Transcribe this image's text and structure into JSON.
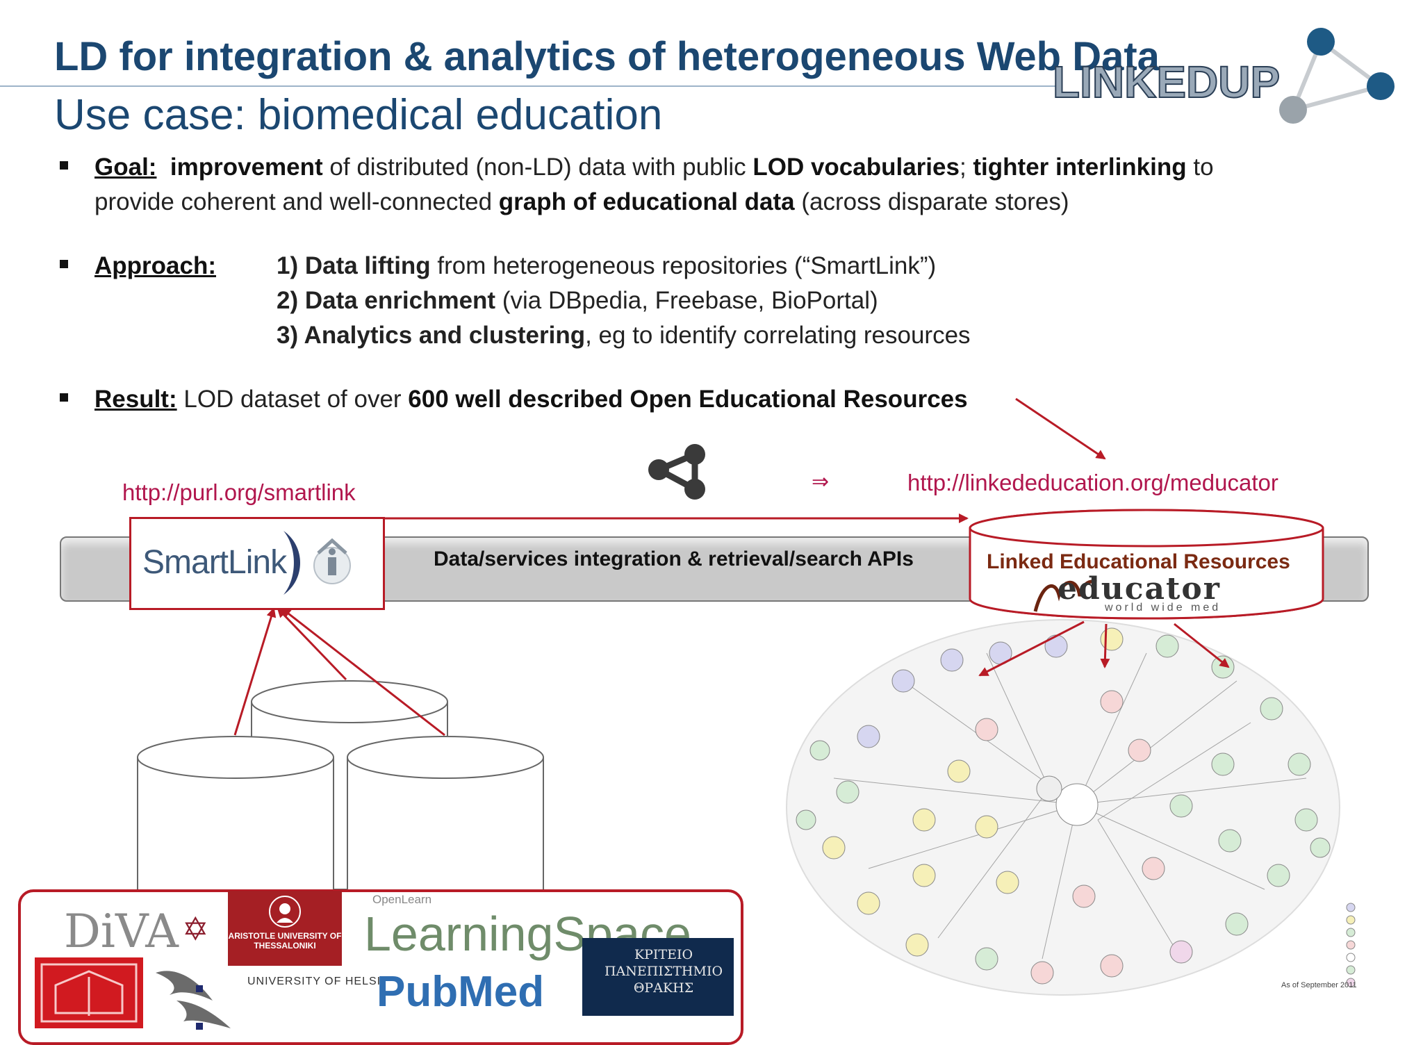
{
  "header": {
    "title": "LD for integration & analytics of heterogeneous Web Data",
    "subtitle": "Use case: biomedical education",
    "logo_text": "LINKEDUP"
  },
  "bullets": {
    "goal": {
      "label": "Goal:",
      "line1_part1": "improvement",
      "line1_part2": " of distributed (non-LD) data with public ",
      "line1_part3": "LOD vocabularies",
      "line1_part4": "; ",
      "line1_part5": "tighter interlinking",
      "line1_part6": " to",
      "line2_part1": "provide coherent and well-connected ",
      "line2_part2": "graph of educational data",
      "line2_part3": " (across disparate stores)"
    },
    "approach": {
      "label": "Approach:",
      "step1_bold": "1) Data lifting",
      "step1_rest": " from heterogeneous repositories (“SmartLink”)",
      "step2_bold": "2) Data enrichment",
      "step2_rest": " (via DBpedia, Freebase, BioPortal)",
      "step3_bold": "3) Analytics and clustering",
      "step3_rest": ", eg to identify correlating resources"
    },
    "result": {
      "label": "Result:",
      "text1": " LOD dataset of over ",
      "text2": "600 well described Open Educational Resources"
    }
  },
  "diagram": {
    "url_smartlink": "http://purl.org/smartlink",
    "url_meducator": "http://linkededucation.org/meducator",
    "arrow_symbol": "⇒",
    "bar_label": "Data/services integration & retrieval/search APIs",
    "smartlink_logo": "SmartLink",
    "meducator_title": "Linked Educational Resources",
    "meducator_word": "educator",
    "meducator_sub": "world wide med",
    "lod_cloud_caption": "As of September 2011"
  },
  "logos": {
    "diva": "DiVA",
    "aristotle": "ARISTOTLE UNIVERSITY OF THESSALONIKI",
    "openlearn": "OpenLearn",
    "learningspace": "LearningSpace",
    "helsinki": "UNIVERSITY OF HELSI",
    "pubmed": "PubMed",
    "thrace": "ΚΡΙΤΕΙΟ ΠΑΝΕΠΙΣΤΗΜΙΟ ΘΡΑΚΗΣ"
  },
  "colors": {
    "title": "#1b4771",
    "url": "#b1164d",
    "red_line": "#b81b26"
  }
}
